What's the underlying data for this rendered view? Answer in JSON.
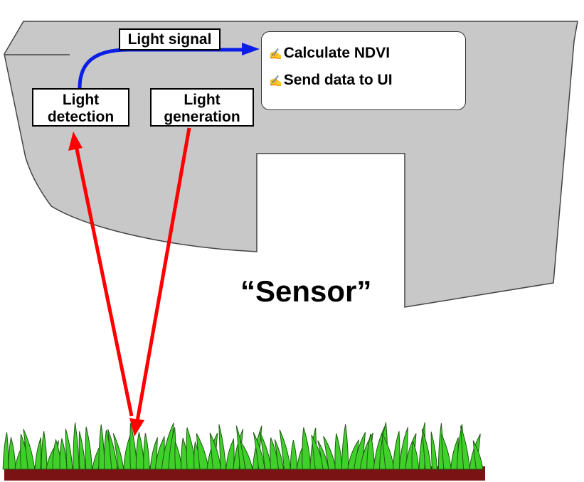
{
  "labels": {
    "light_detection": [
      "Light",
      "detection"
    ],
    "light_generation": [
      "Light",
      "generation"
    ],
    "light_signal": "Light signal",
    "sensor_caption": "“Sensor”"
  },
  "tasks": {
    "pen_glyph": "✍",
    "items": [
      "Calculate NDVI",
      "Send data to UI"
    ]
  },
  "colors": {
    "sensor_body": "#c8c8c8",
    "sensor_outline": "#444444",
    "light_beam": "#ff0000",
    "signal_path": "#0a1ee6",
    "grass": "#3fd12a",
    "grass_outline": "#1f5a12",
    "soil": "#7a1414"
  }
}
